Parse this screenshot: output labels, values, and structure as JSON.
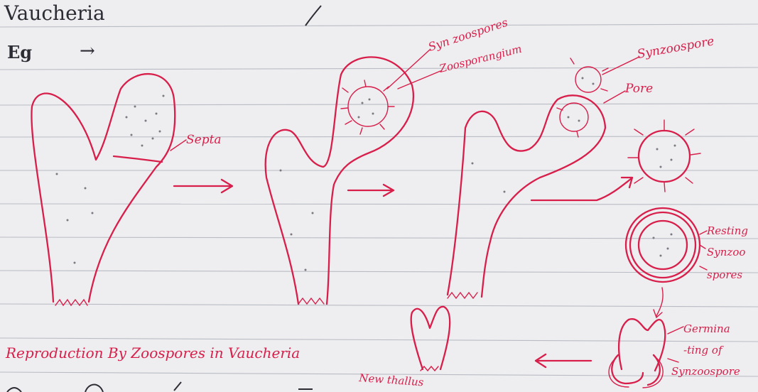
{
  "heading": {
    "title": "Vaucheria",
    "eg": "Eg",
    "eg_arrow": "→"
  },
  "labels": {
    "septa": "Septa",
    "syn_zoospores": "Syn zoospores",
    "zoosporangium": "Zoosporangium",
    "synzoospore": "Synzoospore",
    "pore": "Pore",
    "resting_1": "Resting",
    "resting_2": "Synzoo",
    "resting_3": "spores",
    "germinating_1": "Germina",
    "germinating_2": "-ting of",
    "germinating_3": "Synzoospore",
    "new_thallus": "New thallus"
  },
  "caption": "Reproduction By Zoospores in Vaucheria",
  "colors": {
    "ink": "#d81e4a",
    "pencil": "#2c2c34",
    "paper": "#eeeef0",
    "rule": "#b9bcc4"
  }
}
